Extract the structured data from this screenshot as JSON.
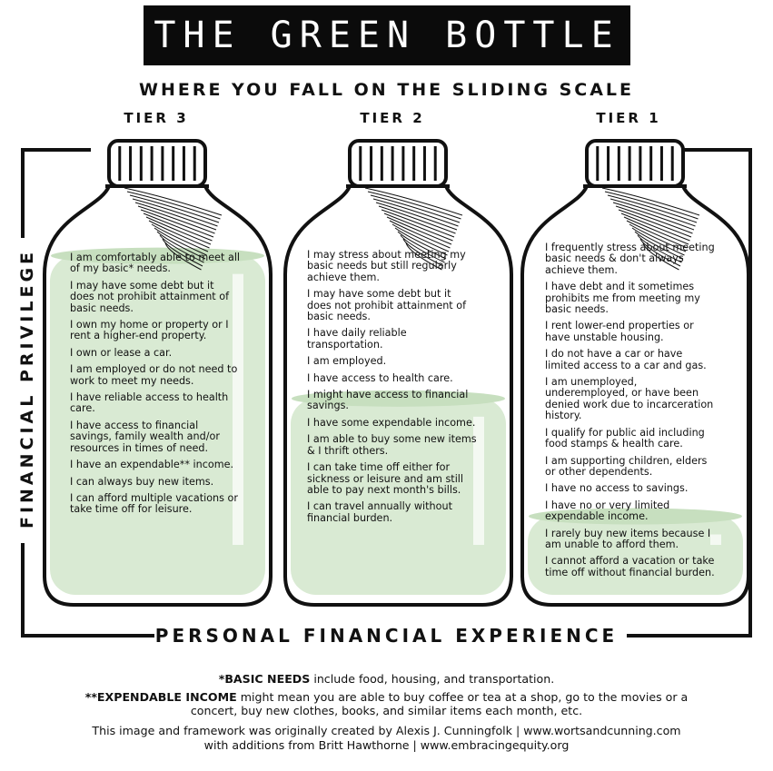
{
  "title": "THE GREEN BOTTLE",
  "subtitle": "WHERE YOU FALL ON THE SLIDING SCALE",
  "y_axis_label": "FINANCIAL PRIVILEGE",
  "x_axis_label": "PERSONAL FINANCIAL EXPERIENCE",
  "colors": {
    "liquid": "#d9ead3",
    "ink": "#111111",
    "title_bg": "#0b0b0b"
  },
  "bottles": [
    {
      "tier": "TIER 3",
      "fill_level": 0.95,
      "items": [
        "I am comfortably able to meet all of my basic* needs.",
        "I may have some debt but it does not prohibit attainment of basic needs.",
        "I own my home or property or I rent a higher-end property.",
        "I own or lease a car.",
        "I am employed or do not need to work to meet my needs.",
        "I have reliable access to health care.",
        "I have access to financial savings, family wealth and/or resources in times of need.",
        "I have an expendable** income.",
        "I can always buy new items.",
        "I can afford multiple vacations or take time off for leisure."
      ]
    },
    {
      "tier": "TIER 2",
      "fill_level": 0.55,
      "items": [
        "I may stress about meeting my basic needs but still regularly achieve them.",
        "I may have some debt but it does not prohibit attainment of basic needs.",
        "I have daily reliable transportation.",
        "I am employed.",
        "I have access to health care.",
        "I might have access to financial savings.",
        "I have some expendable income.",
        "I am able to buy some new items & I thrift others.",
        "I can take time off either for sickness or leisure and am still able to pay next month's bills.",
        "I can travel annually without financial burden."
      ]
    },
    {
      "tier": "TIER 1",
      "fill_level": 0.22,
      "items": [
        "I frequently stress about meeting basic needs & don't always achieve them.",
        "I have debt and it sometimes prohibits me from meeting my basic needs.",
        "I rent lower-end properties or have unstable housing.",
        "I do not have a car or have limited access to a car and gas.",
        "I am unemployed, underemployed, or have been denied work due to incarceration history.",
        "I qualify for public aid including food stamps & health care.",
        "I am supporting children, elders or other dependents.",
        "I have no access to savings.",
        "I have no or very limited expendable income.",
        "I rarely buy new items because I am unable to afford them.",
        "I cannot afford a vacation or take time off without financial burden."
      ]
    }
  ],
  "footer": {
    "basic_needs_term": "*BASIC NEEDS",
    "basic_needs_text": " include food, housing, and transportation.",
    "expendable_term": "**EXPENDABLE INCOME",
    "expendable_text": " might mean you are able to buy coffee or tea at a shop, go to the movies or a concert, buy new clothes, books, and similar items each month, etc.",
    "credit_line_1": "This image and framework was originally created by Alexis J. Cunningfolk  |  www.wortsandcunning.com",
    "credit_line_2": "with additions from Britt Hawthorne  |  www.embracingequity.org"
  }
}
